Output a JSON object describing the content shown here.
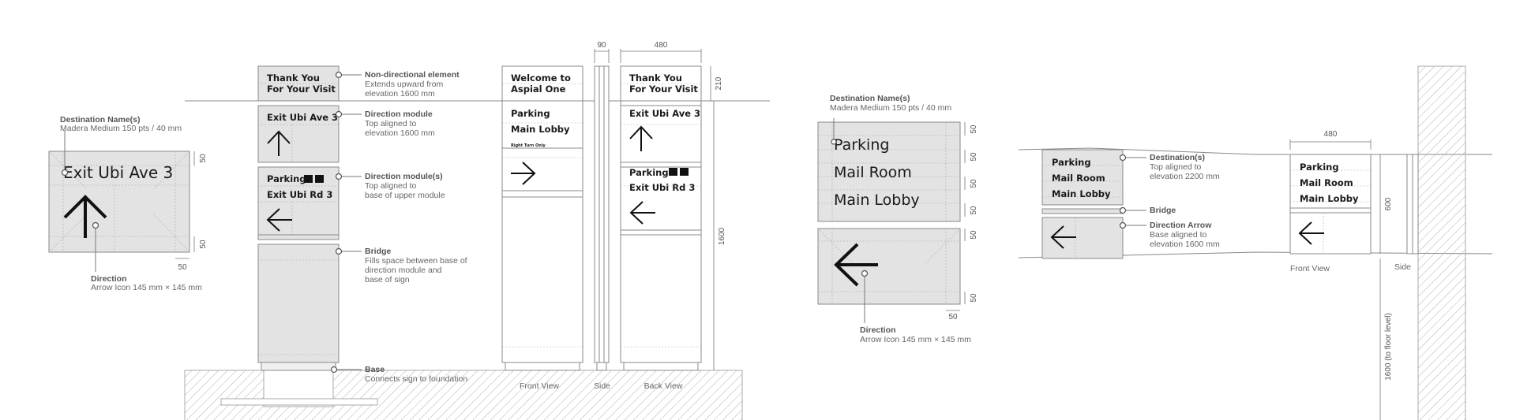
{
  "detail_a": {
    "sign_text": "Exit Ubi Ave 3",
    "callout_name_title": "Destination Name(s)",
    "callout_name_body": "Madera Medium 150 pts / 40 mm",
    "callout_dir_title": "Direction",
    "callout_dir_body": "Arrow Icon 145 mm × 145 mm",
    "dim_top": "50",
    "dim_bottom": "50",
    "dim_width": "50"
  },
  "exploded": {
    "panel_thank_you_1": "Thank You",
    "panel_thank_you_2": "For Your Visit",
    "panel_exit": "Exit Ubi Ave 3",
    "panel_parking": "Parking",
    "panel_exit2": "Exit Ubi Rd 3",
    "notes": [
      {
        "title": "Non-directional element",
        "lines": [
          "Extends upward from",
          "elevation 1600 mm"
        ]
      },
      {
        "title": "Direction module",
        "lines": [
          "Top aligned to",
          "elevation 1600 mm"
        ]
      },
      {
        "title": "Direction module(s)",
        "lines": [
          "Top aligned to",
          "base of upper module"
        ]
      },
      {
        "title": "Bridge",
        "lines": [
          "Fills space between base of",
          "direction module and",
          "base of sign"
        ]
      },
      {
        "title": "Base",
        "lines": [
          "Connects sign to foundation"
        ]
      }
    ]
  },
  "views": {
    "front_lines": [
      "Welcome to",
      "Aspial One",
      "Parking",
      "Main Lobby",
      "Right Turn Only"
    ],
    "back_lines": [
      "Thank You",
      "For Your Visit",
      "Exit Ubi Ave 3",
      "Parking",
      "Exit Ubi Rd 3"
    ],
    "dim_side": "90",
    "dim_back": "480",
    "dim_top": "210",
    "dim_height": "1600",
    "label_front": "Front View",
    "label_side": "Side",
    "label_back": "Back View"
  },
  "detail_b": {
    "lines": [
      "Parking",
      "Mail Room",
      "Main Lobby"
    ],
    "callout_name_title": "Destination Name(s)",
    "callout_name_body": "Madera Medium 150 pts / 40 mm",
    "callout_dir_title": "Direction",
    "callout_dir_body": "Arrow Icon 145 mm × 145 mm",
    "dims": [
      "50",
      "50",
      "50",
      "50",
      "50",
      "50"
    ],
    "dim_width": "50"
  },
  "wall": {
    "lines": [
      "Parking",
      "Mail Room",
      "Main Lobby"
    ],
    "notes": [
      {
        "title": "Destination(s)",
        "lines": [
          "Top aligned to",
          "elevation 2200 mm"
        ]
      },
      {
        "title": "Bridge",
        "lines": []
      },
      {
        "title": "Direction Arrow",
        "lines": [
          "Base aligned to",
          "elevation 1600 mm"
        ]
      }
    ],
    "front_lines": [
      "Parking",
      "Mail Room",
      "Main Lobby"
    ],
    "dim_width": "480",
    "dim_height": "600",
    "dim_floor": "1600 (to floor level)",
    "label_front": "Front View",
    "label_side": "Side"
  }
}
